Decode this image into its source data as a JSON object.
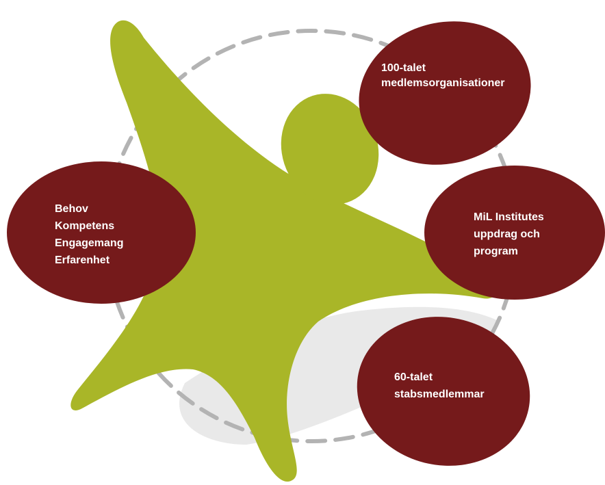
{
  "colors": {
    "figure": "#a9b628",
    "node": "#751a1b",
    "ring": "#b3b3b3",
    "shadow": "#e4e4e4",
    "label": "#ffffff"
  },
  "figure": {
    "shape": "star-person",
    "icon": "person-star-icon"
  },
  "ring": {
    "style": "dashed"
  },
  "nodes": {
    "members_orgs": {
      "line1": "100-talet",
      "line2": "medlemsorganisationer"
    },
    "needs": {
      "line1": "Behov",
      "line2": "Kompetens",
      "line3": "Engagemang",
      "line4": "Erfarenhet"
    },
    "programs": {
      "line1": "MiL Institutes",
      "line2": "uppdrag och",
      "line3": "program"
    },
    "staff": {
      "line1": "60-talet",
      "line2": "stabsmedlemmar"
    }
  }
}
